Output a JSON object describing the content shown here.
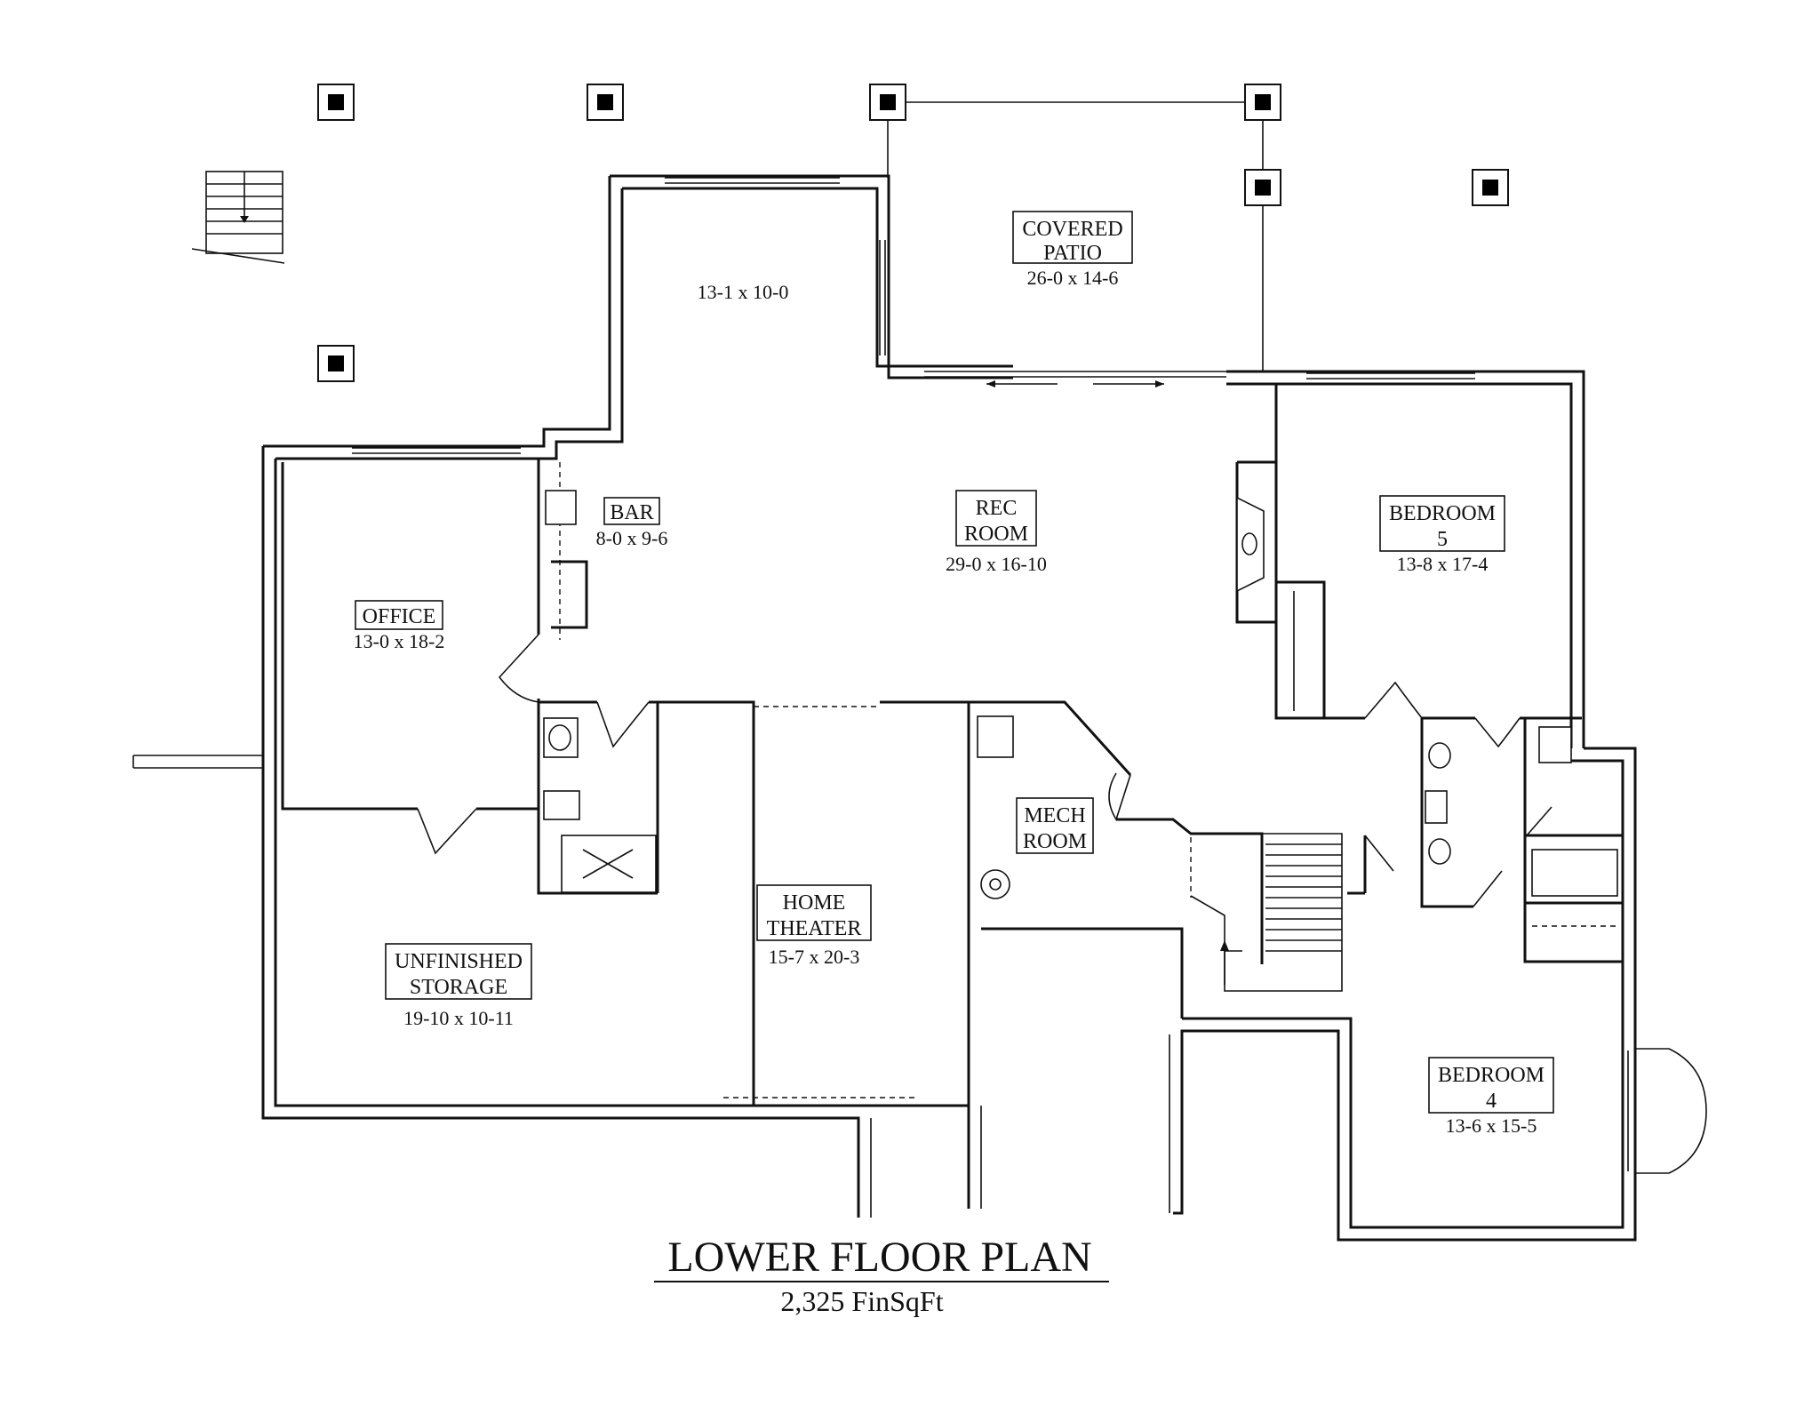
{
  "plan": {
    "title": "LOWER FLOOR PLAN",
    "subtitle": "2,325 FinSqFt"
  },
  "rooms": {
    "covered_patio": {
      "name_1": "COVERED",
      "name_2": "PATIO",
      "dims": "26-0 x 14-6"
    },
    "nook": {
      "dims": "13-1 x 10-0"
    },
    "bar": {
      "name": "BAR",
      "dims": "8-0 x 9-6"
    },
    "rec_room": {
      "name_1": "REC",
      "name_2": "ROOM",
      "dims": "29-0 x 16-10"
    },
    "bedroom5": {
      "name_1": "BEDROOM",
      "name_2": "5",
      "dims": "13-8 x 17-4"
    },
    "office": {
      "name": "OFFICE",
      "dims": "13-0 x 18-2"
    },
    "mech_room": {
      "name_1": "MECH",
      "name_2": "ROOM"
    },
    "home_theater": {
      "name_1": "HOME",
      "name_2": "THEATER",
      "dims": "15-7 x 20-3"
    },
    "unfinished_storage": {
      "name_1": "UNFINISHED",
      "name_2": "STORAGE",
      "dims": "19-10 x 10-11"
    },
    "bedroom4": {
      "name_1": "BEDROOM",
      "name_2": "4",
      "dims": "13-6 x 15-5"
    }
  }
}
